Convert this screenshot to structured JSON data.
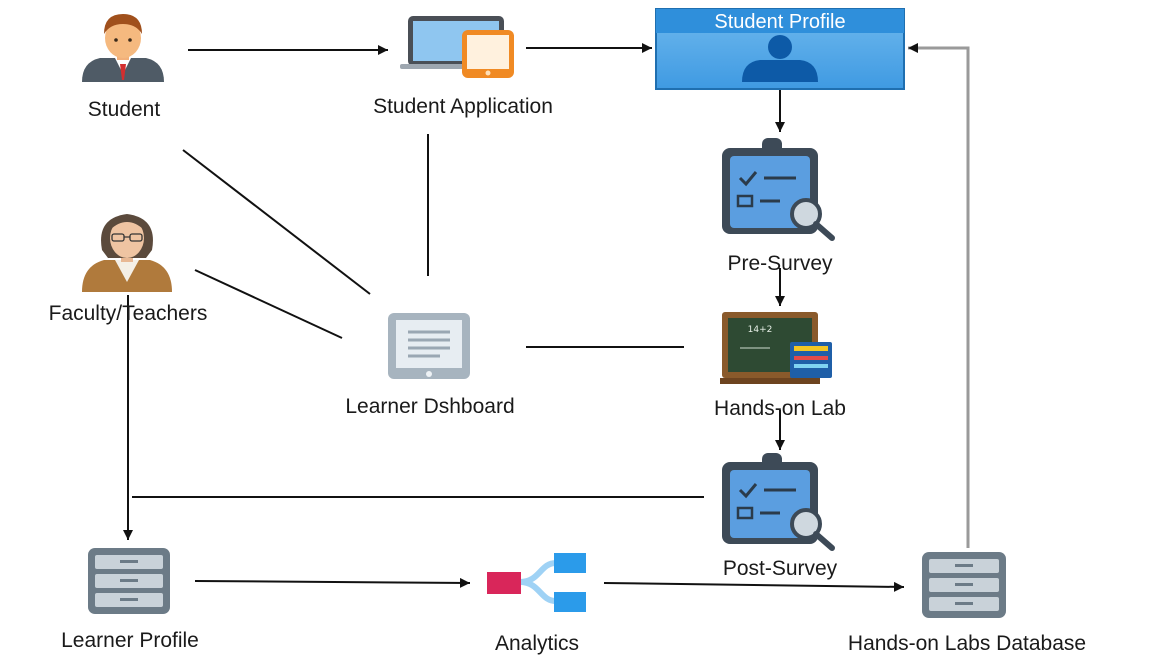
{
  "nodes": {
    "student": {
      "label": "Student",
      "icon": "student-person-icon"
    },
    "student_application": {
      "label": "Student Application",
      "icon": "tablet-phone-devices-icon"
    },
    "student_profile": {
      "label": "Student Profile",
      "icon": "user-profile-icon"
    },
    "faculty": {
      "label": "Faculty/Teachers",
      "icon": "teacher-person-icon"
    },
    "learner_dashboard": {
      "label": "Learner Dshboard",
      "icon": "tablet-document-icon"
    },
    "pre_survey": {
      "label": "Pre-Survey",
      "icon": "clipboard-search-icon"
    },
    "hands_on_lab": {
      "label": "Hands-on Lab",
      "icon": "chalkboard-books-icon"
    },
    "post_survey": {
      "label": "Post-Survey",
      "icon": "clipboard-search-icon"
    },
    "learner_profile": {
      "label": "Learner Profile",
      "icon": "database-server-icon"
    },
    "analytics": {
      "label": "Analytics",
      "icon": "analytics-tree-icon"
    },
    "labs_database": {
      "label": "Hands-on Labs Database",
      "icon": "database-server-icon"
    }
  },
  "colors": {
    "profile_fill": "#2f8fdb",
    "profile_border": "#1f6fb0",
    "clipboard_blue": "#3d7fc4",
    "server_gray": "#6c7b87",
    "analytics_red": "#d9265a",
    "analytics_blue": "#2b9bea",
    "edge": "#111111"
  }
}
